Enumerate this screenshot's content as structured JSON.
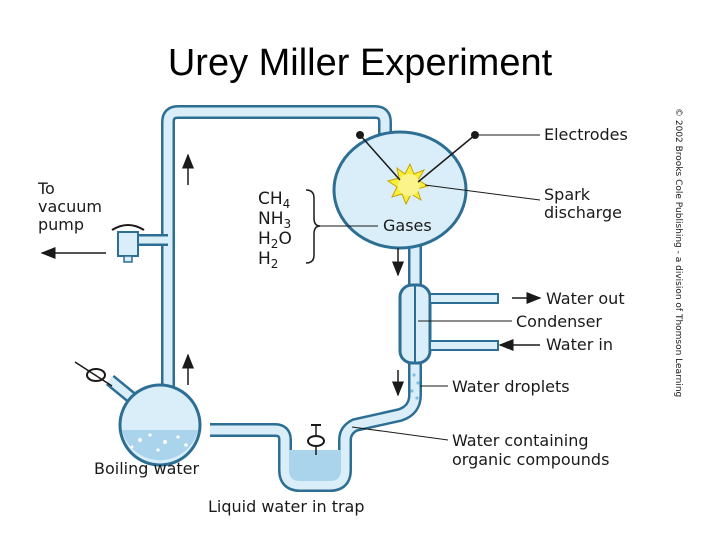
{
  "slide": {
    "title": "Urey Miller Experiment"
  },
  "diagram": {
    "labels": {
      "electrodes": "Electrodes",
      "spark_line1": "Spark",
      "spark_line2": "discharge",
      "gases": "Gases",
      "vacuum_line1": "To",
      "vacuum_line2": "vacuum",
      "vacuum_line3": "pump",
      "water_out": "Water out",
      "condenser": "Condenser",
      "water_in": "Water in",
      "water_droplets": "Water droplets",
      "organic_line1": "Water containing",
      "organic_line2": "organic compounds",
      "boiling_water": "Boiling water",
      "trap": "Liquid water in trap"
    },
    "gases_list": [
      {
        "symbol": "CH",
        "sub": "4"
      },
      {
        "symbol": "NH",
        "sub": "3"
      },
      {
        "symbol": "H",
        "sub": "2",
        "after": "O"
      },
      {
        "symbol": "H",
        "sub": "2"
      }
    ],
    "credit": "© 2002 Brooks Cole Publishing - a division of Thomson Learning",
    "colors": {
      "glass": "#d9eef8",
      "glass_stroke": "#2d6f94",
      "water": "#a9d4ec",
      "spark": "#f7ee3a",
      "line": "#1a1a1a"
    }
  }
}
